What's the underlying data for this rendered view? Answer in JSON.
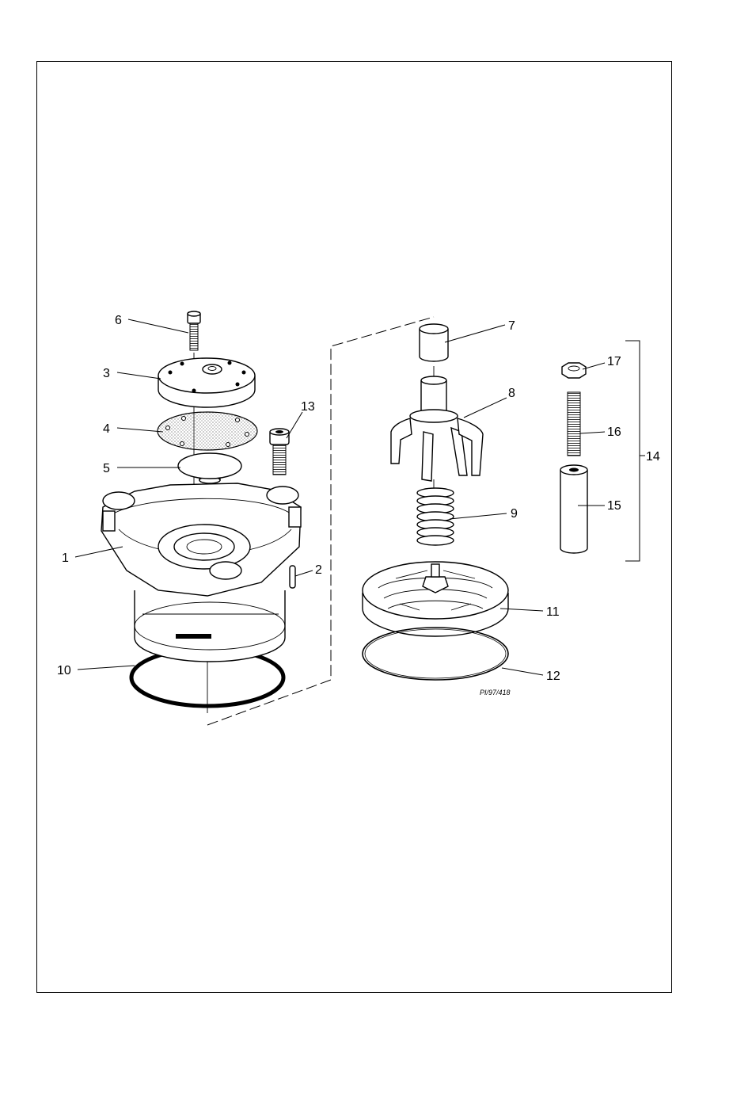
{
  "callouts": {
    "c1": "1",
    "c2": "2",
    "c3": "3",
    "c4": "4",
    "c5": "5",
    "c6": "6",
    "c7": "7",
    "c8": "8",
    "c9": "9",
    "c10": "10",
    "c11": "11",
    "c12": "12",
    "c13": "13",
    "c14": "14",
    "c15": "15",
    "c16": "16",
    "c17": "17"
  },
  "reference_code": "PI/97/418"
}
